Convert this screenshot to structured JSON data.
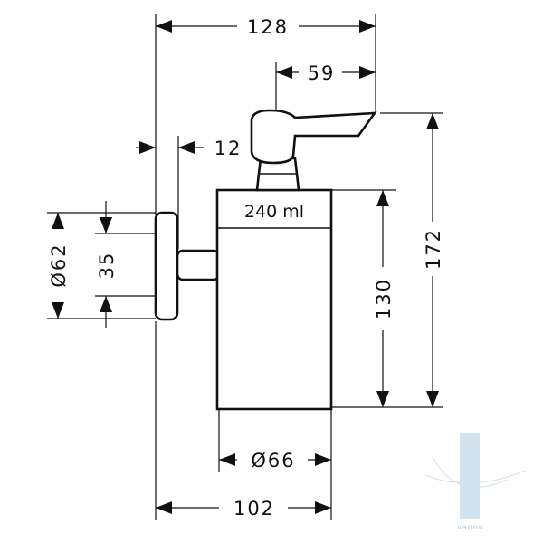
{
  "dimensions": {
    "overall_width": "128",
    "pump_width": "59",
    "wall_offset": "12",
    "rosette_diameter": "Ø62",
    "rosette_inner": "35",
    "container_height": "130",
    "overall_height": "172",
    "container_diameter": "Ø66",
    "projection": "102"
  },
  "container_label": "240 ml",
  "watermark": "vannu"
}
